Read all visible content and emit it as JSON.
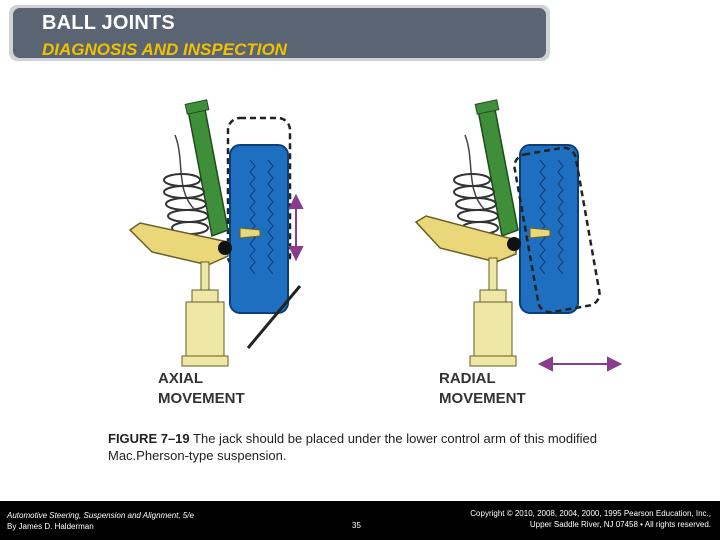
{
  "header": {
    "title": "BALL JOINTS",
    "subtitle": "DIAGNOSIS AND INSPECTION"
  },
  "figure": {
    "left_label_line1": "AXIAL",
    "left_label_line2": "MOVEMENT",
    "right_label_line1": "RADIAL",
    "right_label_line2": "MOVEMENT"
  },
  "caption": {
    "figure_number": "FIGURE 7–19",
    "text": "The jack should be placed under the lower control arm of this modified Mac.Pherson-type suspension."
  },
  "footer": {
    "book_title": "Automotive Steering, Suspension and Alignment, 5/e",
    "author": "By James D. Halderman",
    "page_number": "35",
    "copyright_line1": "Copyright © 2010, 2008, 2004, 2000, 1995 Pearson Education, Inc.,",
    "copyright_line2": "Upper Saddle River, NJ 07458 • All rights reserved."
  },
  "colors": {
    "header_bar": "#5a6472",
    "subtitle": "#f2c200",
    "tire": "#1f6fc0",
    "shock": "#3f8f3a",
    "control_arm": "#e9d77a",
    "jack": "#efe7a6",
    "arrow": "#8a3d8c"
  }
}
